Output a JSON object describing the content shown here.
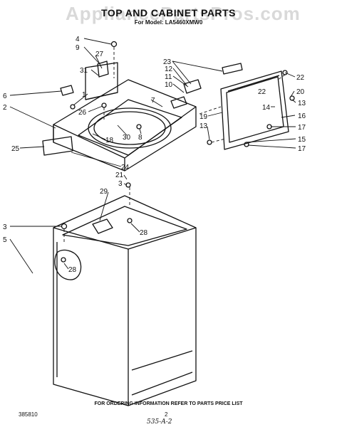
{
  "header": {
    "title": "TOP AND CABINET PARTS",
    "model": "For Model: LA5460XMW0",
    "watermark": "AppliancePartsPros.com"
  },
  "callouts": {
    "c4": "4",
    "c9": "9",
    "c27": "27",
    "c31": "31",
    "c6": "6",
    "c1": "1",
    "c2": "2",
    "c26": "26",
    "c7": "7",
    "c30": "30",
    "c8": "8",
    "c18": "18",
    "c25": "25",
    "c24": "24",
    "c23": "23",
    "c12": "12",
    "c11": "11",
    "c10": "10",
    "c22a": "22",
    "c22b": "22",
    "c20": "20",
    "c13a": "13",
    "c14": "14",
    "c16": "16",
    "c19": "19",
    "c13b": "13",
    "c17a": "17",
    "c15": "15",
    "c17b": "17",
    "c21": "21",
    "c3a": "3",
    "c29": "29",
    "c28a": "28",
    "c3b": "3",
    "c5": "5",
    "c28b": "28"
  },
  "footer": {
    "note": "FOR ORDERING INFORMATION REFER TO PARTS PRICE LIST",
    "doc_number": "385810",
    "page_number": "2",
    "handwritten": "535-A-2"
  }
}
